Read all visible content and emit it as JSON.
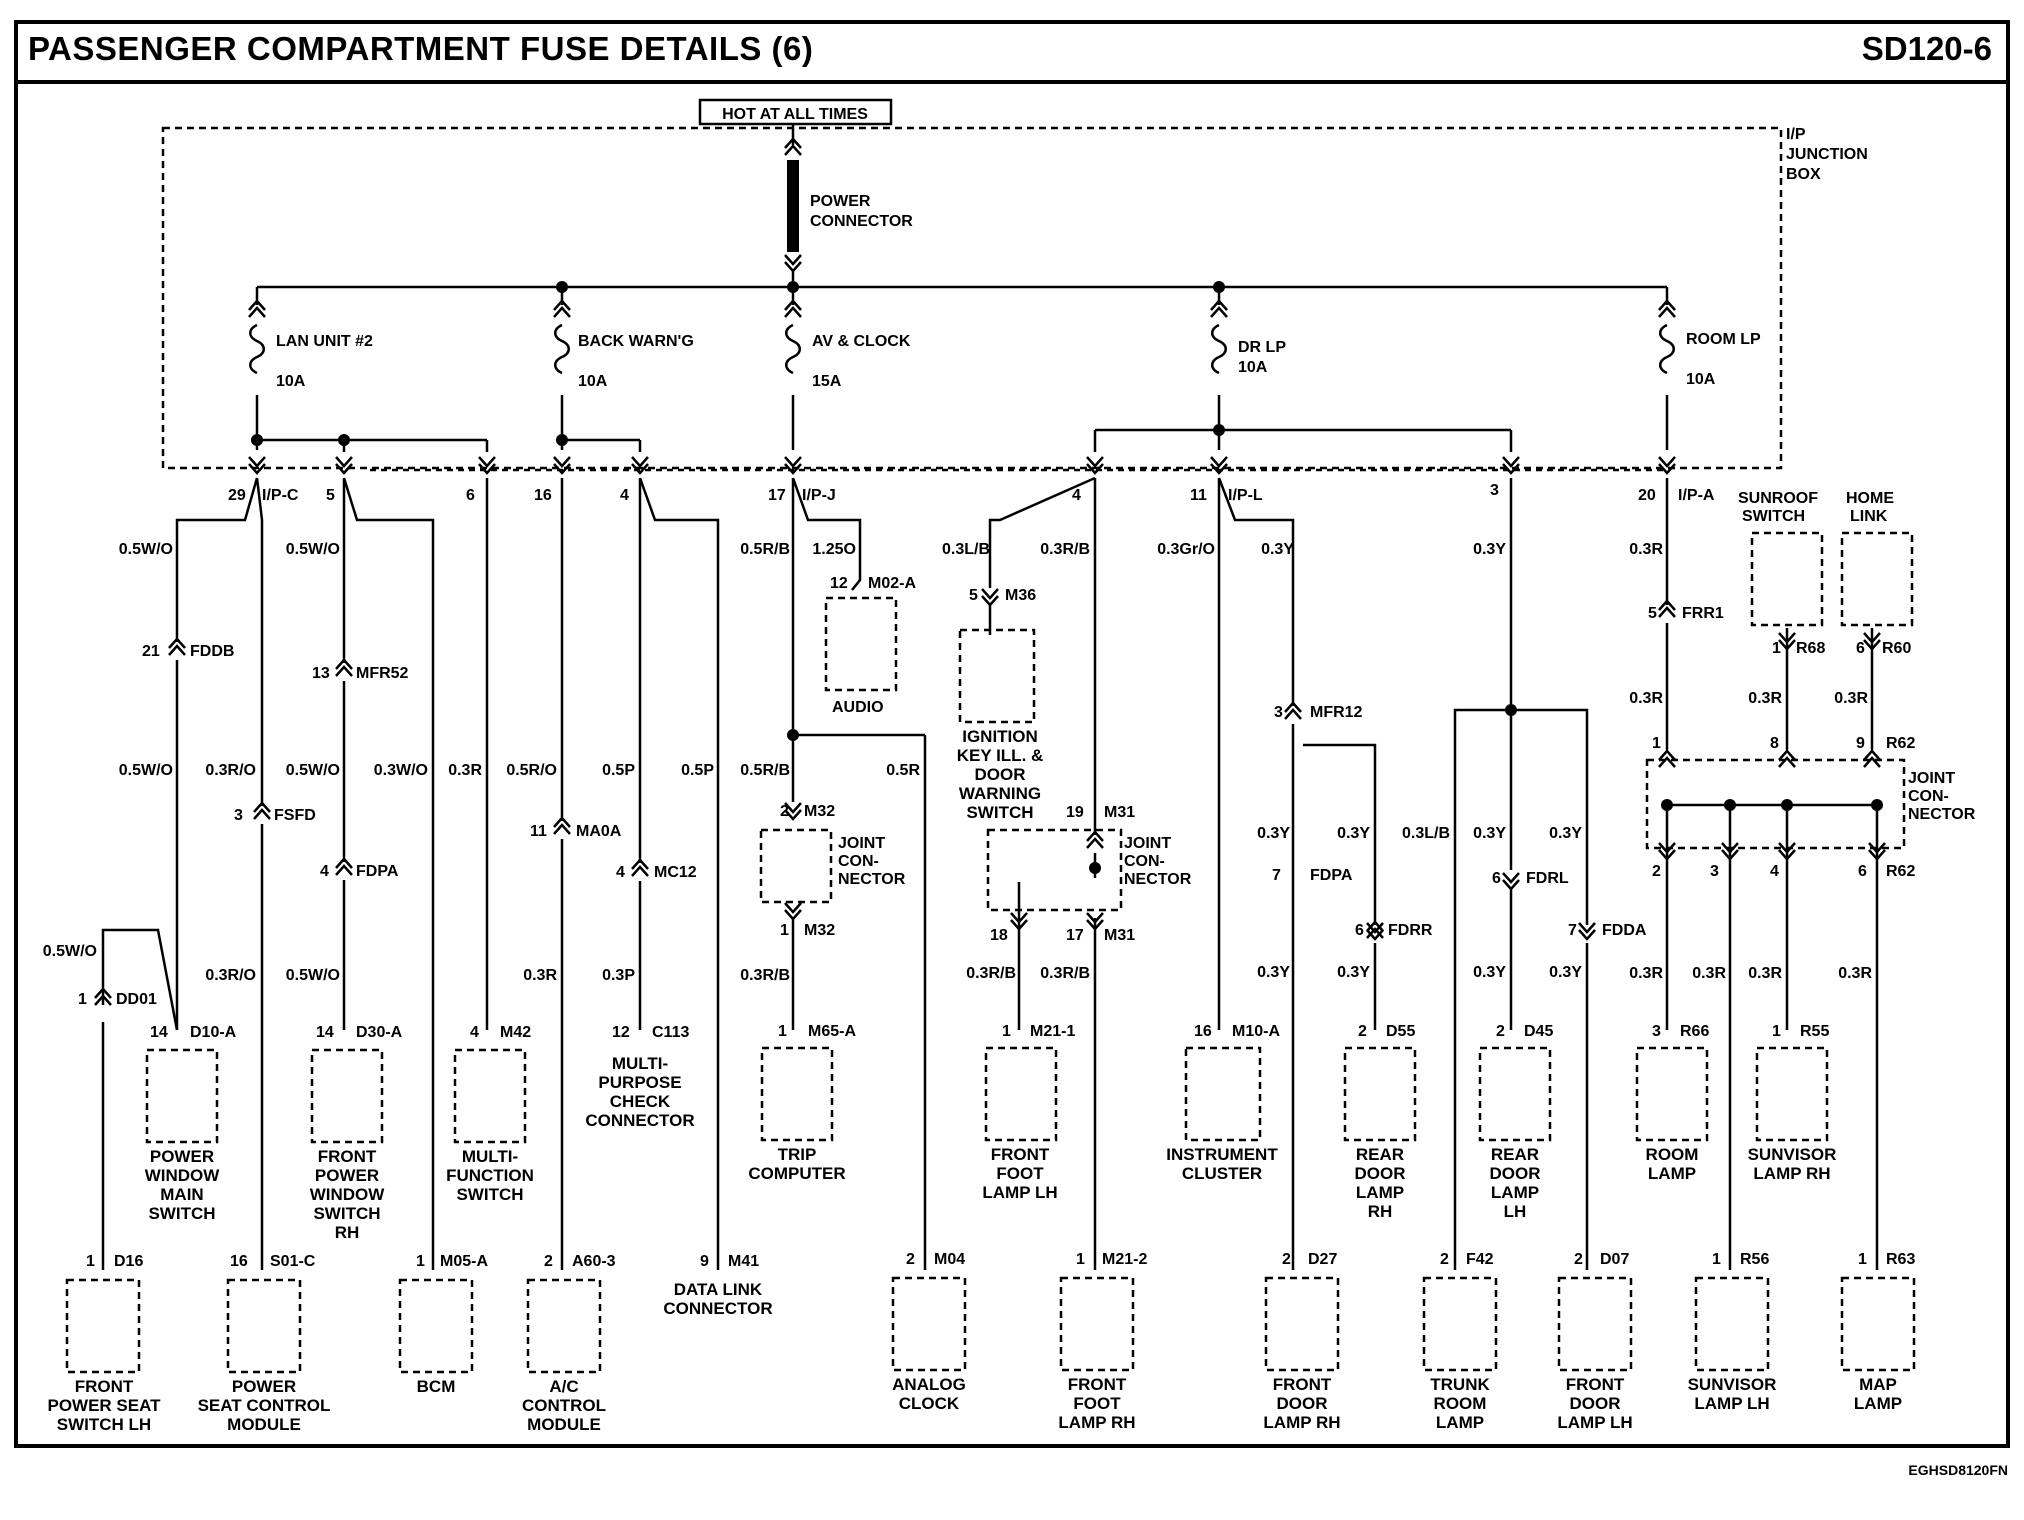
{
  "title": "PASSENGER COMPARTMENT FUSE DETAILS (6)",
  "code": "SD120-6",
  "footer": "EGHSD8120FN",
  "hot": "HOT AT ALL TIMES",
  "power": "POWER CONNECTOR",
  "ipjb": "I/P JUNCTION BOX",
  "fuses": [
    {
      "name": "LAN UNIT #2",
      "rating": "10A"
    },
    {
      "name": "BACK WARN'G",
      "rating": "10A"
    },
    {
      "name": "AV & CLOCK",
      "rating": "15A"
    },
    {
      "name": "DR LP",
      "rating": "10A"
    },
    {
      "name": "ROOM LP",
      "rating": "10A"
    }
  ],
  "conn_top": {
    "c29": "29",
    "ipc": "I/P-C",
    "c5": "5",
    "c6": "6",
    "c16": "16",
    "c4a": "4",
    "c17": "17",
    "ipj": "I/P-J",
    "c4b": "4",
    "c11": "11",
    "ipl": "I/P-L",
    "c3": "3",
    "c20": "20",
    "ipa": "I/P-A"
  },
  "wires": {
    "w05wo": "0.5W/O",
    "w03ro": "0.3R/O",
    "w03wo": "0.3W/O",
    "w03r": "0.3R",
    "w05ro": "0.5R/O",
    "w05p": "0.5P",
    "w03p": "0.3P",
    "w05rb": "0.5R/B",
    "w125o": "1.25O",
    "w05r": "0.5R",
    "w03rb": "0.3R/B",
    "w03lb": "0.3L/B",
    "w03gro": "0.3Gr/O",
    "w03y": "0.3Y"
  },
  "inline": {
    "fddb": "FDDB",
    "fsfd": "FSFD",
    "mfr52": "MFR52",
    "fdpa": "FDPA",
    "dd01": "DD01",
    "ma0a": "MA0A",
    "mc12": "MC12",
    "m32": "M32",
    "m36": "M36",
    "m31": "M31",
    "mfr12": "MFR12",
    "fdrr": "FDRR",
    "fdrl": "FDRL",
    "fdda": "FDDA",
    "frr1": "FRR1",
    "r68": "R68",
    "r60": "R60",
    "r62": "R62",
    "m02a": "M02-A",
    "n21": "21",
    "n3": "3",
    "n13": "13",
    "n4": "4",
    "n1": "1",
    "n11": "11",
    "n2": "2",
    "n5": "5",
    "n19": "19",
    "n18": "18",
    "n17": "17",
    "n7": "7",
    "n6": "6",
    "n8": "8",
    "n9": "9",
    "n12": "12"
  },
  "joint": "JOINT CON- NECTOR",
  "sunroof": "SUNROOF SWITCH",
  "homelink": "HOME LINK",
  "mid_components": [
    {
      "pin": "14",
      "conn": "D10-A",
      "name": "POWER WINDOW MAIN SWITCH"
    },
    {
      "pin": "14",
      "conn": "D30-A",
      "name": "FRONT POWER WINDOW SWITCH RH"
    },
    {
      "pin": "4",
      "conn": "M42",
      "name": "MULTI- FUNCTION SWITCH"
    },
    {
      "pin": "12",
      "conn": "C113",
      "name": "MULTI- PURPOSE CHECK CONNECTOR"
    },
    {
      "pin": "1",
      "conn": "M65-A",
      "name": "TRIP COMPUTER"
    },
    {
      "pin": "1",
      "conn": "M21-1",
      "name": "FRONT FOOT LAMP LH"
    },
    {
      "pin": "16",
      "conn": "M10-A",
      "name": "INSTRUMENT CLUSTER"
    },
    {
      "pin": "2",
      "conn": "D55",
      "name": "REAR DOOR LAMP RH"
    },
    {
      "pin": "2",
      "conn": "D45",
      "name": "REAR DOOR LAMP LH"
    },
    {
      "pin": "3",
      "conn": "R66",
      "name": "ROOM LAMP"
    },
    {
      "pin": "1",
      "conn": "R55",
      "name": "SUNVISOR LAMP RH"
    }
  ],
  "audio": "AUDIO",
  "ignition": "IGNITION KEY ILL. & DOOR WARNING SWITCH",
  "bottom_components": [
    {
      "pin": "1",
      "conn": "D16",
      "name": "FRONT POWER SEAT SWITCH LH"
    },
    {
      "pin": "16",
      "conn": "S01-C",
      "name": "POWER SEAT CONTROL MODULE"
    },
    {
      "pin": "1",
      "conn": "M05-A",
      "name": "BCM"
    },
    {
      "pin": "2",
      "conn": "A60-3",
      "name": "A/C CONTROL MODULE"
    },
    {
      "pin": "9",
      "conn": "M41",
      "name": "DATA LINK CONNECTOR"
    },
    {
      "pin": "2",
      "conn": "M04",
      "name": "ANALOG CLOCK"
    },
    {
      "pin": "1",
      "conn": "M21-2",
      "name": "FRONT FOOT LAMP RH"
    },
    {
      "pin": "2",
      "conn": "D27",
      "name": "FRONT DOOR LAMP RH"
    },
    {
      "pin": "2",
      "conn": "F42",
      "name": "TRUNK ROOM LAMP"
    },
    {
      "pin": "2",
      "conn": "D07",
      "name": "FRONT DOOR LAMP LH"
    },
    {
      "pin": "1",
      "conn": "R56",
      "name": "SUNVISOR LAMP LH"
    },
    {
      "pin": "1",
      "conn": "R63",
      "name": "MAP LAMP"
    }
  ]
}
